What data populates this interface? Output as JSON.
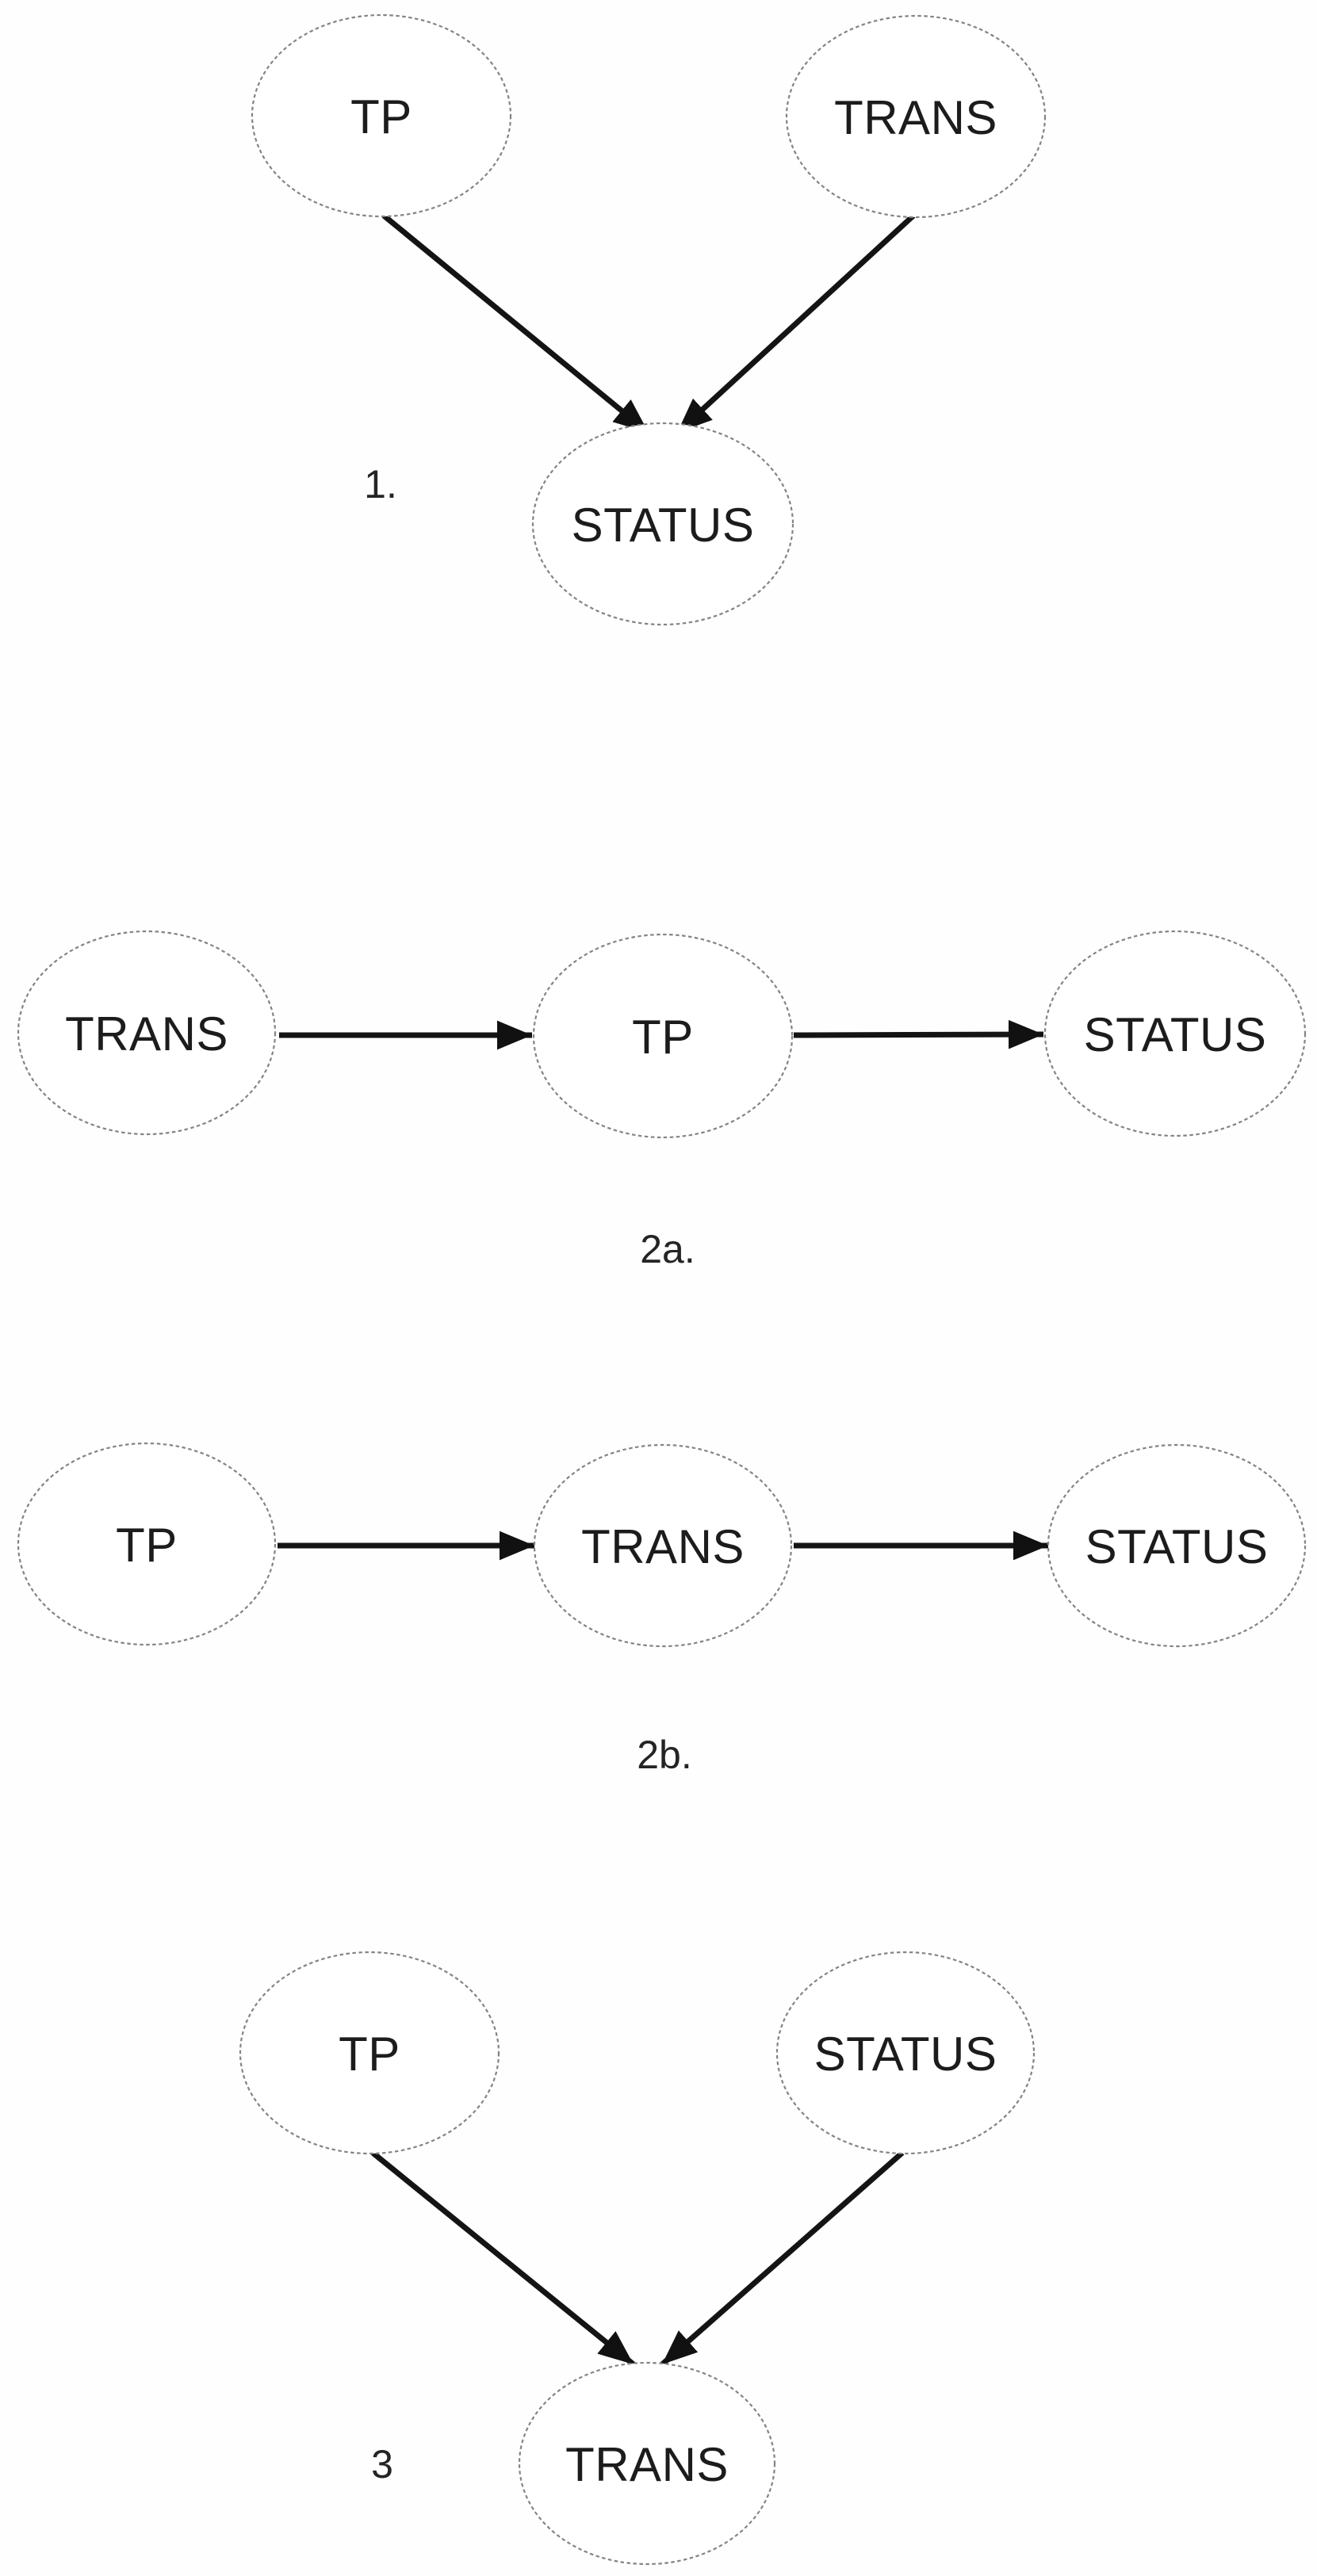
{
  "figure": {
    "colors": {
      "background": "#ffffff",
      "edge": "#141414",
      "node_outline": "#848484",
      "label_text": "#1c1c1c"
    }
  },
  "diagrams": [
    {
      "caption": "1.",
      "nodes": [
        {
          "id": "tp",
          "label": "TP"
        },
        {
          "id": "trans",
          "label": "TRANS"
        },
        {
          "id": "status",
          "label": "STATUS"
        }
      ],
      "edges": [
        {
          "from": "TP",
          "to": "STATUS"
        },
        {
          "from": "TRANS",
          "to": "STATUS"
        }
      ]
    },
    {
      "caption": "2a.",
      "nodes": [
        {
          "id": "trans",
          "label": "TRANS"
        },
        {
          "id": "tp",
          "label": "TP"
        },
        {
          "id": "status",
          "label": "STATUS"
        }
      ],
      "edges": [
        {
          "from": "TRANS",
          "to": "TP"
        },
        {
          "from": "TP",
          "to": "STATUS"
        }
      ]
    },
    {
      "caption": "2b.",
      "nodes": [
        {
          "id": "tp",
          "label": "TP"
        },
        {
          "id": "trans",
          "label": "TRANS"
        },
        {
          "id": "status",
          "label": "STATUS"
        }
      ],
      "edges": [
        {
          "from": "TP",
          "to": "TRANS"
        },
        {
          "from": "TRANS",
          "to": "STATUS"
        }
      ]
    },
    {
      "caption": "3",
      "nodes": [
        {
          "id": "tp",
          "label": "TP"
        },
        {
          "id": "status",
          "label": "STATUS"
        },
        {
          "id": "trans",
          "label": "TRANS"
        }
      ],
      "edges": [
        {
          "from": "TP",
          "to": "TRANS"
        },
        {
          "from": "STATUS",
          "to": "TRANS"
        }
      ]
    }
  ]
}
